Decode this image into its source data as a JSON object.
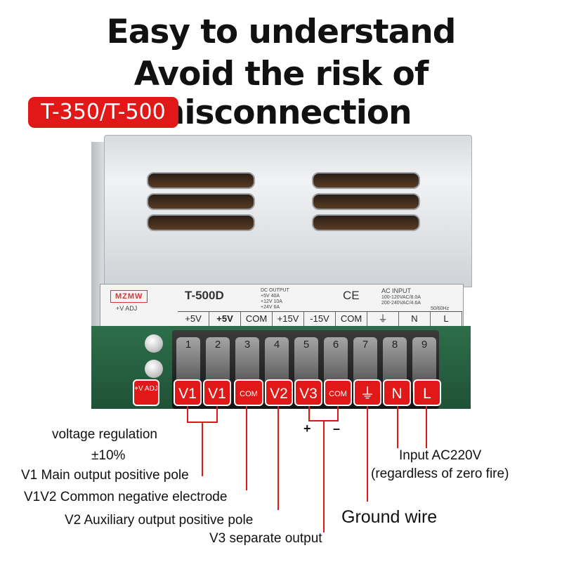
{
  "headline": {
    "line1": "Easy to understand",
    "line2": "Avoid the risk of misconnection"
  },
  "model_badge": "T-350/T-500",
  "psu_label": {
    "brand": "MZMW",
    "model": "T-500D",
    "dc_output_title": "DC OUTPUT",
    "dc_output_lines": [
      "+5V  40A",
      "+12V  10A",
      "+24V  6A"
    ],
    "ce": "CE",
    "ac_input_title": "AC INPUT",
    "ac_input_lines": [
      "100-120VAC/8.0A",
      "200-240VAC/4.6A",
      "50/60Hz"
    ],
    "adj": "+V ADJ",
    "terminal_labels": [
      "+5V",
      "+5V",
      "COM",
      "+15V",
      "-15V",
      "COM",
      "⏚",
      "N",
      "L"
    ]
  },
  "terminal_numbers": [
    "1",
    "2",
    "3",
    "4",
    "5",
    "6",
    "7",
    "8",
    "9"
  ],
  "tags": {
    "adj": "+V ADJ",
    "v1a": "V1",
    "v1b": "V1",
    "com1": "COM",
    "v2": "V2",
    "v3": "V3",
    "com2": "COM",
    "ground": "⏚",
    "n": "N",
    "l": "L"
  },
  "polarity": {
    "plus": "+",
    "minus": "–"
  },
  "annotations": {
    "voltage_regulation": "voltage regulation",
    "tolerance": "±10%",
    "v1": "V1  Main output positive pole",
    "v1v2_common": "V1V2 Common negative electrode",
    "v2": "V2  Auxiliary output positive pole",
    "v3": "V3  separate output",
    "ground": "Ground wire",
    "input": "Input AC220V",
    "input_note": "(regardless of zero fire)"
  },
  "colors": {
    "accent_red": "#e01818",
    "pcb_green": "#1f5236"
  }
}
